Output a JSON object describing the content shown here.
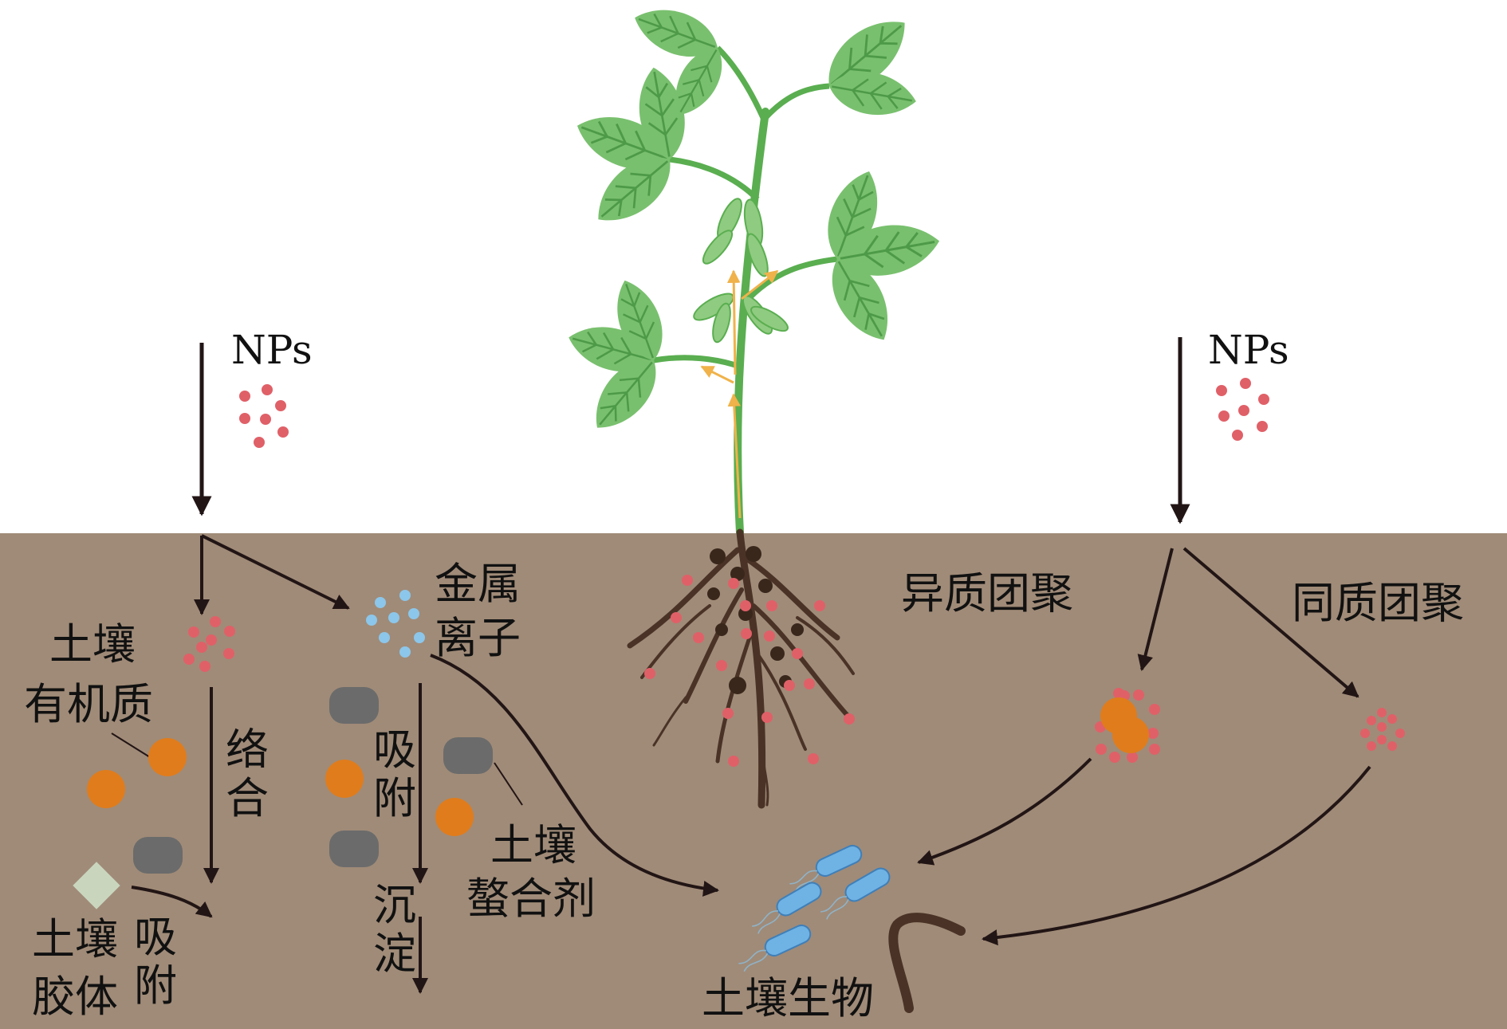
{
  "labels": {
    "nps_left": "NPs",
    "nps_right": "NPs",
    "soil_organic_matter_line1": "土壤",
    "soil_organic_matter_line2": "有机质",
    "complexation": "络合",
    "soil_colloid_line1": "土壤",
    "soil_colloid_line2": "胶体",
    "colloid_adsorption": "吸附",
    "metal_ion_line1": "金属",
    "metal_ion_line2": "离子",
    "adsorption": "吸附",
    "precipitation": "沉淀",
    "soil_chelator_line1": "土壤",
    "soil_chelator_line2": "螯合剂",
    "hetero_aggregation": "异质团聚",
    "homo_aggregation": "同质团聚",
    "soil_organisms": "土壤生物"
  },
  "colors": {
    "soil": "#a08b78",
    "np_particle": "#e06068",
    "metal_ion": "#8cc6ea",
    "organic_matter": "#e07c1c",
    "chelator_block": "#6b6b6b",
    "colloid": "#c9d6bd",
    "leaf": "#79c06e",
    "leaf_vein": "#4d9a48",
    "stem": "#5aae50",
    "transport_arrow": "#f0b24a",
    "root": "#4a3326",
    "arrow": "#221515",
    "bacteria": "#6fb2e4",
    "worm": "#4a3326"
  }
}
